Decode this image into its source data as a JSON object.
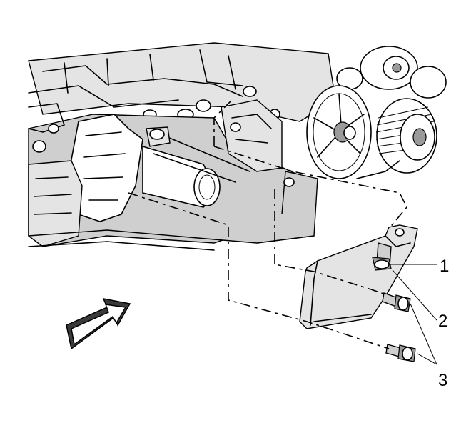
{
  "callouts": [
    {
      "number": "1",
      "part": "bolt-upper"
    },
    {
      "number": "2",
      "part": "bracket"
    },
    {
      "number": "3",
      "part": "bolts-lower"
    }
  ],
  "icons": {
    "view_arrow": "view-direction-arrow-icon"
  },
  "colors": {
    "line": "#000000",
    "shade": "#cfcfcf",
    "background": "#ffffff"
  }
}
